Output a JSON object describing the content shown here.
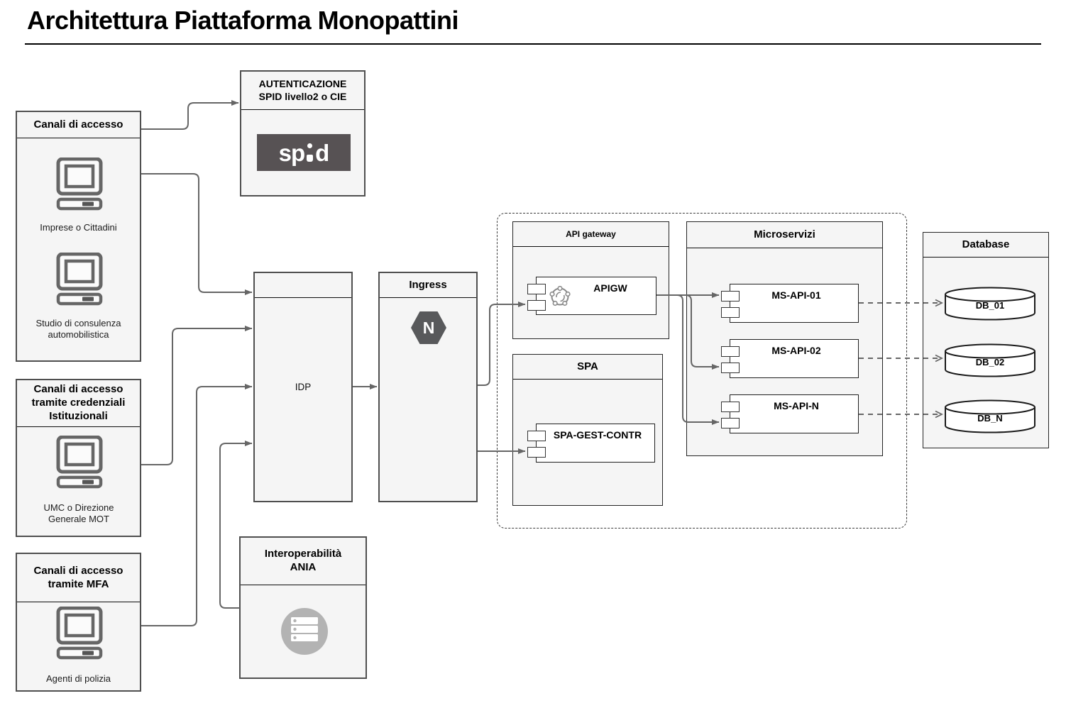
{
  "title": "Architettura Piattaforma Monopattini",
  "channels": {
    "box1": {
      "header": "Canali di accesso",
      "device1_label": "Imprese o Cittadini",
      "device2_label": "Studio di consulenza automobilistica"
    },
    "box2": {
      "header": "Canali di accesso tramite credenziali Istituzionali",
      "device1_label": "UMC o Direzione Generale MOT"
    },
    "box3": {
      "header": "Canali di accesso tramite MFA",
      "device1_label": "Agenti di polizia"
    }
  },
  "auth": {
    "header": "AUTENTICAZIONE SPID livello2 o CIE",
    "logo_left": "sp",
    "logo_right": "d"
  },
  "idp": {
    "label": "IDP"
  },
  "ingress": {
    "header": "Ingress",
    "logo_letter": "N"
  },
  "api_gateway": {
    "header": "API gateway",
    "component_label": "APIGW"
  },
  "spa": {
    "header": "SPA",
    "component_label": "SPA-GEST-CONTR"
  },
  "microservizi": {
    "header": "Microservizi",
    "ms1_label": "MS-API-01",
    "ms2_label": "MS-API-02",
    "msn_label": "MS-API-N"
  },
  "database": {
    "header": "Database",
    "db1_label": "DB_01",
    "db2_label": "DB_02",
    "dbn_label": "DB_N"
  },
  "ania": {
    "header": "Interoperabilità ANIA"
  },
  "colors": {
    "panel_fill": "#f5f5f5",
    "panel_border": "#4f4f4f",
    "connector": "#666666",
    "spid_logo_bg": "#575254",
    "nginx_hexagon": "#58595b",
    "ania_circle": "#b3b3b3",
    "component_fill": "#ffffff"
  }
}
